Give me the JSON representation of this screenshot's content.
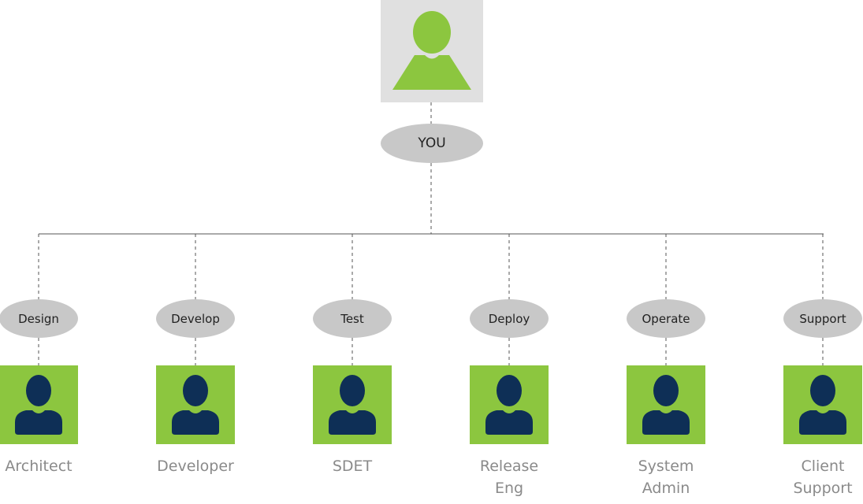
{
  "root": {
    "label": "YOU",
    "icon": "person-icon",
    "box_color": "#e0e0e0",
    "icon_color": "#8cc63f"
  },
  "branches": [
    {
      "role": "Design",
      "title": "Architect",
      "icon": "person-icon"
    },
    {
      "role": "Develop",
      "title": "Developer",
      "icon": "person-icon"
    },
    {
      "role": "Test",
      "title": "SDET",
      "icon": "person-icon"
    },
    {
      "role": "Deploy",
      "title": "Release\nEng",
      "icon": "person-icon"
    },
    {
      "role": "Operate",
      "title": "System\nAdmin",
      "icon": "person-icon"
    },
    {
      "role": "Support",
      "title": "Client\nSupport",
      "icon": "person-icon"
    }
  ],
  "colors": {
    "accent": "#8cc63f",
    "person_dark": "#0e2f56",
    "ellipse": "#c8c8c8",
    "line": "#555555",
    "label_text": "#8a8a8a"
  }
}
